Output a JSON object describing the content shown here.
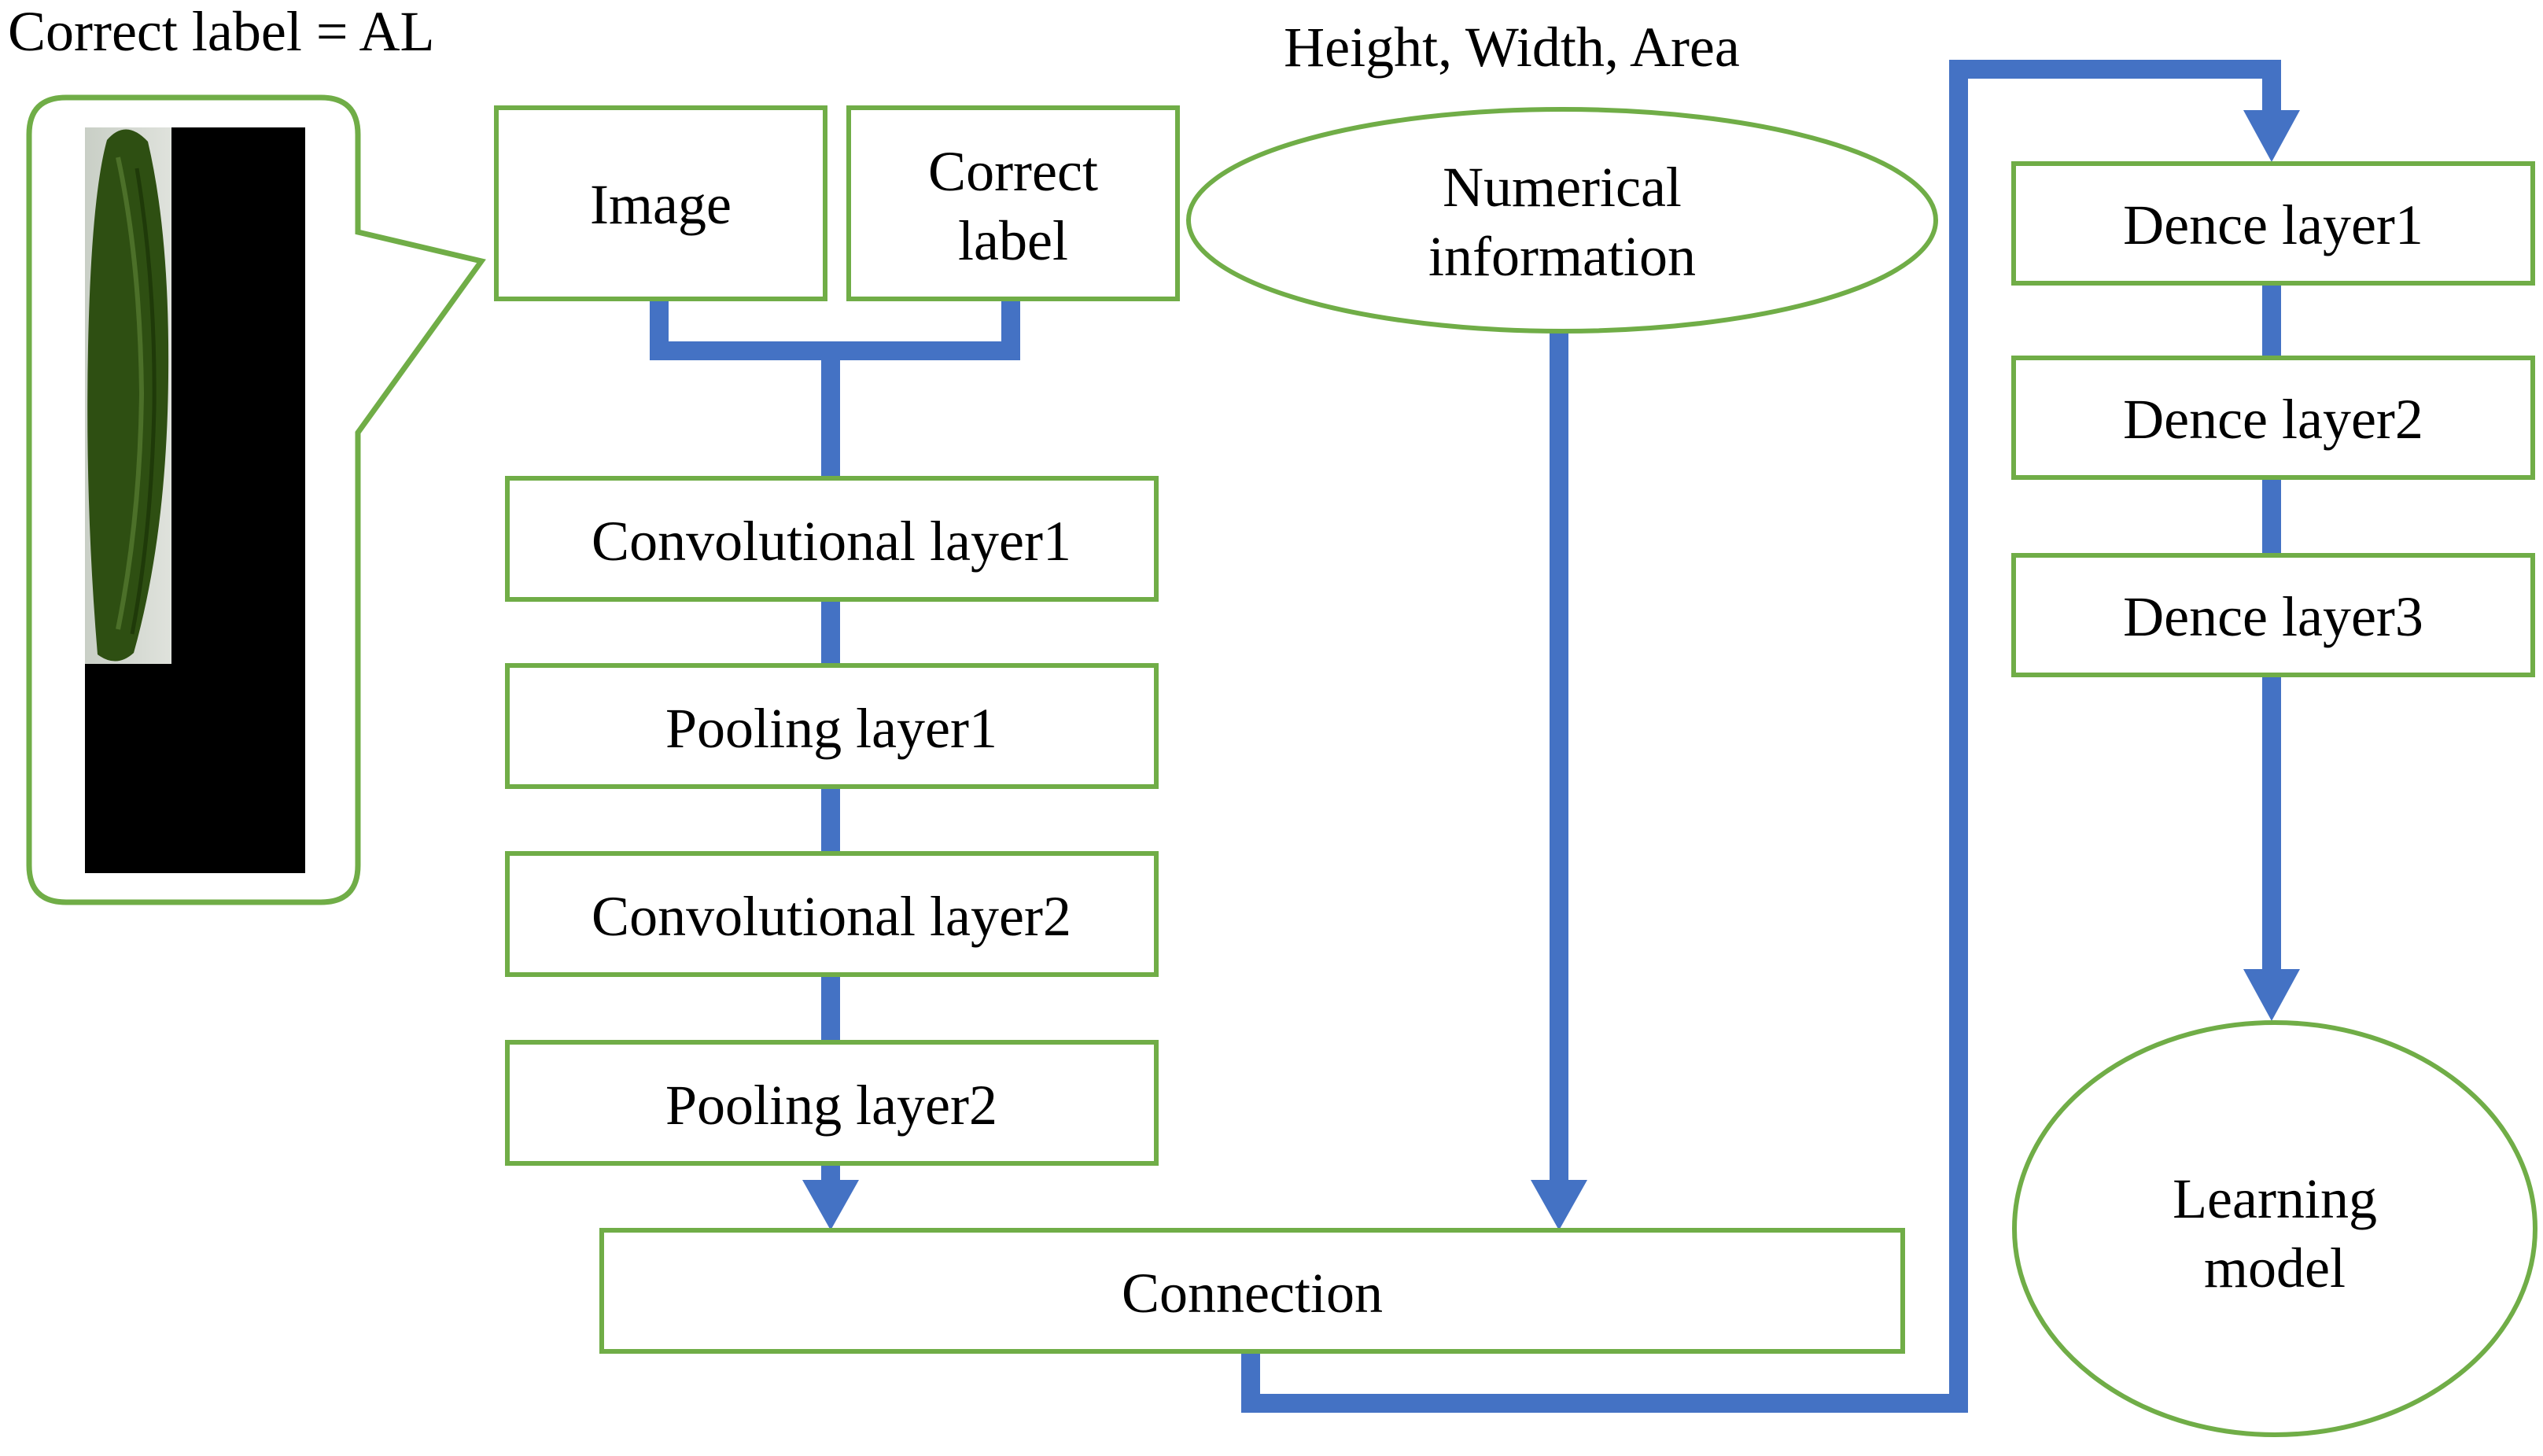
{
  "colors": {
    "box_border": "#70ad47",
    "connector": "#4472c4",
    "text": "#000000",
    "image_background": "#000000",
    "cucumber": "#2e4f12"
  },
  "sample": {
    "caption": "Correct label = AL"
  },
  "inputs": {
    "image": "Image",
    "correct_label_line1": "Correct",
    "correct_label_line2": "label",
    "numerical_caption": "Height, Width, Area",
    "numerical_line1": "Numerical",
    "numerical_line2": "information"
  },
  "cnn": {
    "conv1": "Convolutional layer1",
    "pool1": "Pooling layer1",
    "conv2": "Convolutional layer2",
    "pool2": "Pooling layer2"
  },
  "connection": "Connection",
  "dense": {
    "d1": "Dence layer1",
    "d2": "Dence layer2",
    "d3": "Dence layer3"
  },
  "output": {
    "line1": "Learning",
    "line2": "model"
  }
}
